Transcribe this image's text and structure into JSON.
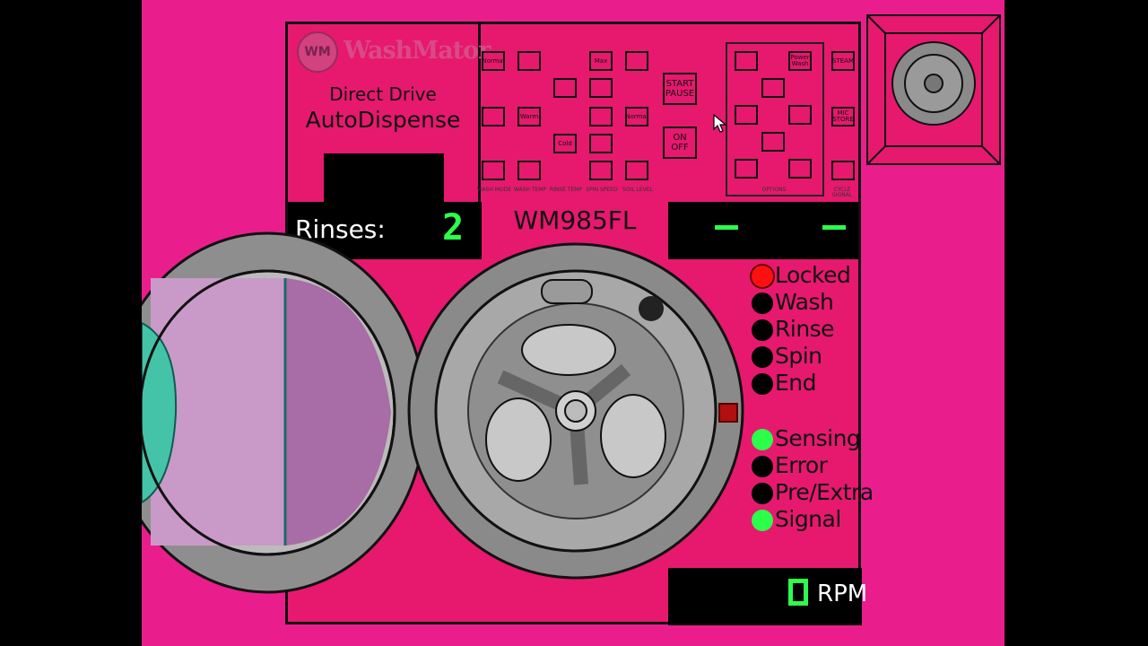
{
  "brand": {
    "logo_letters": "WM",
    "name": "WashMator",
    "line1": "Direct Drive",
    "line2": "AutoDispense"
  },
  "controls": {
    "buttons": [
      "Normal",
      "Max",
      "Warm",
      "Cold",
      "Normal",
      "Power Wash",
      "STEAM",
      "MIC STORE"
    ],
    "start_pause": "START PAUSE",
    "on_off": "ON OFF",
    "labels": [
      "WASH MODE",
      "WASH TEMP",
      "RINSE TEMP",
      "SPIN SPEED",
      "SOIL LEVEL",
      "OPTIONS",
      "CYCLE SIGNAL"
    ]
  },
  "display": {
    "rinses_label": "Rinses:",
    "rinses_value": "2",
    "model": "WM985FL",
    "time_readout": "– –"
  },
  "status_lights": [
    {
      "label": "Locked",
      "state": "red"
    },
    {
      "label": "Wash",
      "state": "off"
    },
    {
      "label": "Rinse",
      "state": "off"
    },
    {
      "label": "Spin",
      "state": "off"
    },
    {
      "label": "End",
      "state": "off"
    },
    {
      "label": "Sensing",
      "state": "green"
    },
    {
      "label": "Error",
      "state": "off"
    },
    {
      "label": "Pre/Extra",
      "state": "off"
    },
    {
      "label": "Signal",
      "state": "green"
    }
  ],
  "rpm": {
    "value": "0",
    "label": "RPM"
  },
  "colors": {
    "body": "#e6196e",
    "background": "#e91e8c",
    "led_green": "#2bff4a",
    "led_red": "#ff1010"
  }
}
